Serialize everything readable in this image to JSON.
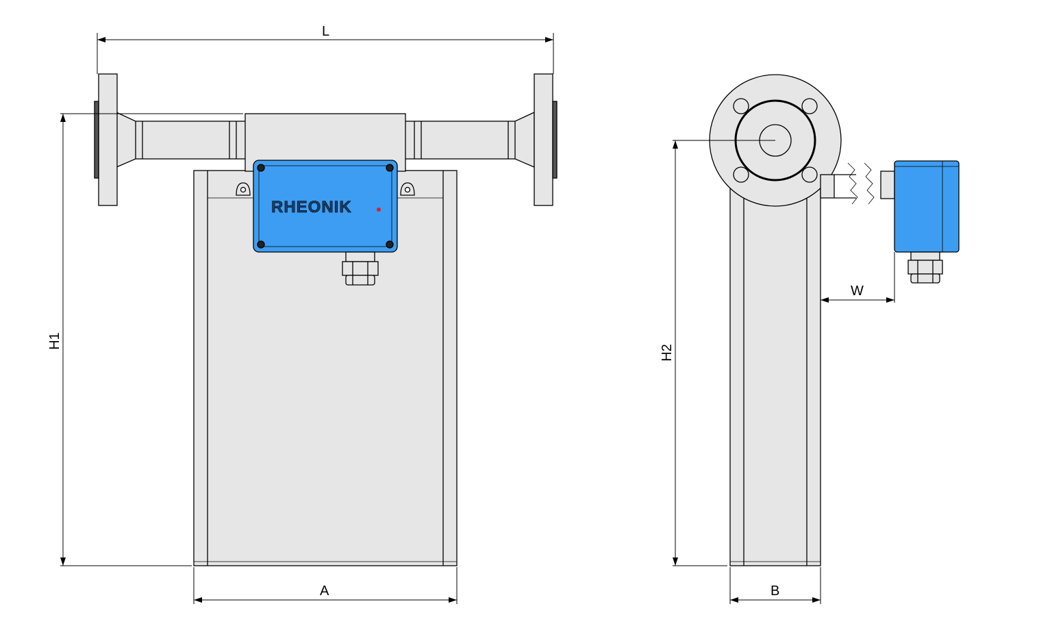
{
  "dimensions": {
    "length": "L",
    "height_front": "H1",
    "width_front": "A",
    "height_side": "H2",
    "width_side": "B",
    "offset_transmitter": "W"
  },
  "branding": {
    "logo_text": "RHEONIK"
  },
  "colors": {
    "housing_fill": "#e6e6e6",
    "transmitter_blue": "#3d9df2",
    "line": "#000000",
    "logo_accent": "#d9202a"
  },
  "icons": {
    "cable_gland": "cable-gland-icon",
    "screw": "screw-icon",
    "mounting_bolt": "bolt-hole-icon"
  }
}
